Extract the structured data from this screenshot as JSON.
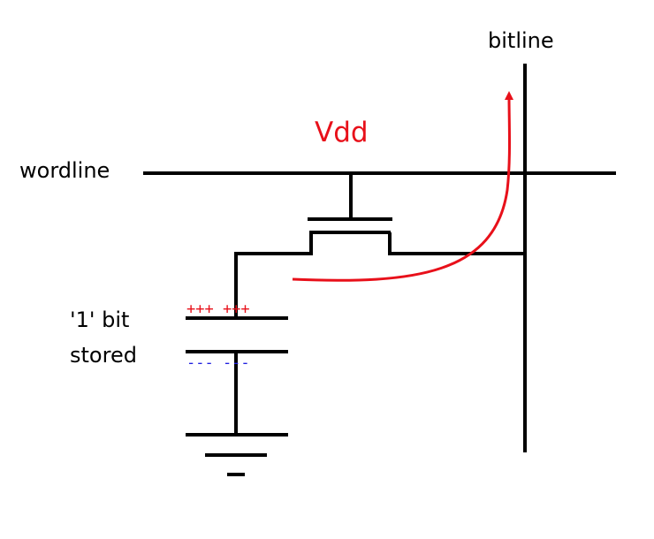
{
  "labels": {
    "bitline": "bitline",
    "wordline": "wordline",
    "vdd": "Vdd",
    "stored_line1": "'1' bit",
    "stored_line2": "stored",
    "plus_charges": "+++ +++",
    "minus_charges": "--- ---"
  },
  "colors": {
    "wire": "#000000",
    "current_arrow": "#e8101a",
    "positive_charge": "#e8101a",
    "negative_charge": "#2020e0"
  }
}
